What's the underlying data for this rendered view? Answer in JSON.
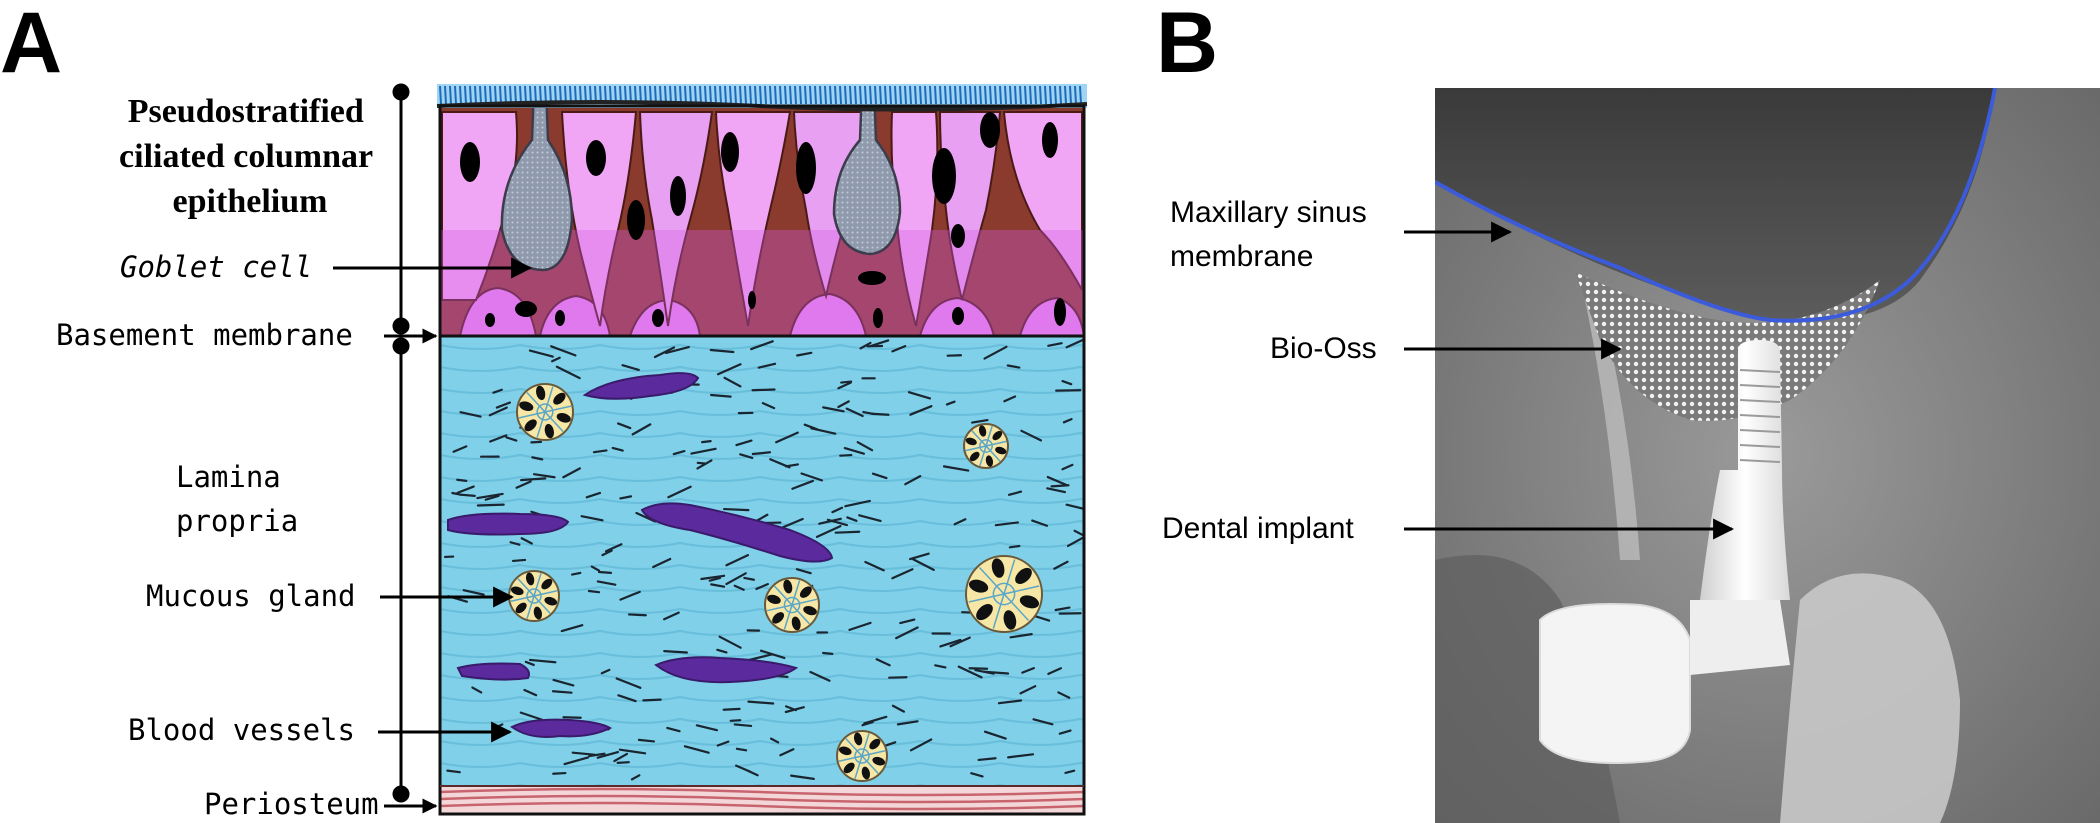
{
  "panels": {
    "a": {
      "letter": "A",
      "labels": {
        "epithelium": [
          "Pseudostratified",
          "ciliated columnar",
          "epithelium"
        ],
        "goblet_cell": "Goblet cell",
        "basement_membrane": "Basement membrane",
        "lamina_propria": [
          "Lamina",
          "propria"
        ],
        "mucous_gland": "Mucous gland",
        "blood_vessels": "Blood vessels",
        "periosteum": "Periosteum"
      },
      "colors": {
        "cilia": "#3a8fd4",
        "epithelial_cells": "#e488f0",
        "intercellular": "#8b3a2e",
        "goblet": "#8a95a8",
        "lamina_propria": "#7fd0e8",
        "vessel": "#5b2a9c",
        "gland": "#f7e7a6",
        "periosteum": "#c8646e"
      }
    },
    "b": {
      "letter": "B",
      "labels": {
        "sinus_membrane": [
          "Maxillary sinus",
          "membrane"
        ],
        "bio_oss": "Bio-Oss",
        "dental_implant": "Dental implant"
      },
      "colors": {
        "membrane_line": "#3b5bdb",
        "radiograph_bg": "#8f8f8f"
      }
    }
  }
}
